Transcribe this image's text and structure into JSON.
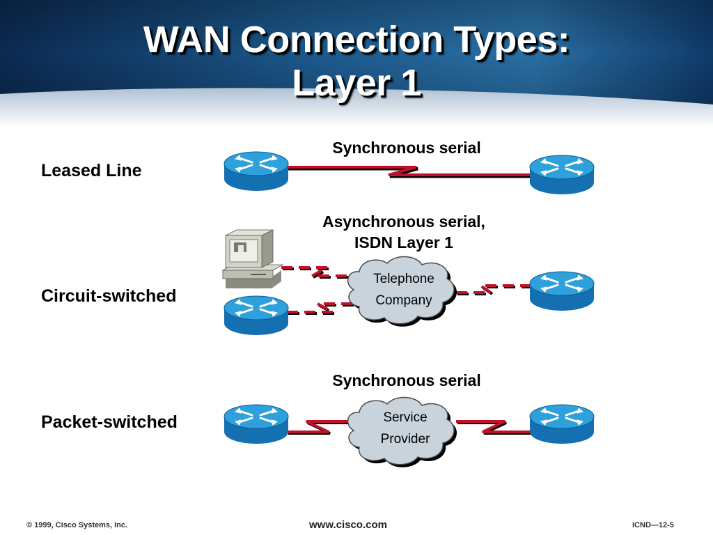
{
  "slide": {
    "title_line1": "WAN Connection Types:",
    "title_line2": "Layer 1"
  },
  "rows": {
    "leased": {
      "label": "Leased Line",
      "connection": "Synchronous serial"
    },
    "circuit": {
      "label": "Circuit-switched",
      "connection_line1": "Asynchronous serial,",
      "connection_line2": "ISDN Layer 1",
      "cloud_line1": "Telephone",
      "cloud_line2": "Company"
    },
    "packet": {
      "label": "Packet-switched",
      "connection": "Synchronous serial",
      "cloud_line1": "Service",
      "cloud_line2": "Provider"
    }
  },
  "footer": {
    "copyright": "© 1999, Cisco Systems, Inc.",
    "website": "www.cisco.com",
    "slide_id": "ICND—12-5"
  },
  "colors": {
    "banner_dark": "#0d2d57",
    "banner_light": "#2e6fa3",
    "router_top": "#2ea0dc",
    "router_side": "#1470b0",
    "line_red": "#c0102a",
    "cloud_fill": "#c9d3dc"
  },
  "icons": [
    "router-icon",
    "workstation-icon",
    "cloud-icon"
  ]
}
